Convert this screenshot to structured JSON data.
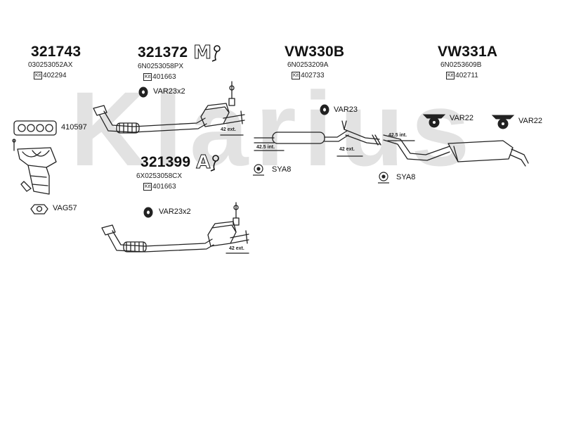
{
  "watermark": "Klarius",
  "groups": [
    {
      "number": "321743",
      "ref": "030253052AX",
      "kit_tag": "Kit",
      "kit": "402294"
    },
    {
      "number": "321372",
      "ref": "6N0253058PX",
      "kit_tag": "Kit",
      "kit": "401663"
    },
    {
      "number": "VW330B",
      "ref": "6N0253209A",
      "kit_tag": "Kit",
      "kit": "402733"
    },
    {
      "number": "VW331A",
      "ref": "6N0253609B",
      "kit_tag": "Kit",
      "kit": "402711"
    },
    {
      "number": "321399",
      "ref": "6X0253058CX",
      "kit_tag": "Kit",
      "kit": "401663"
    }
  ],
  "labels": {
    "var23x2_top": "VAR23x2",
    "var23": "VAR23",
    "var22_a": "VAR22",
    "var22_b": "VAR22",
    "gasket_410597": "410597",
    "vag57": "VAG57",
    "sya8_a": "SYA8",
    "sya8_b": "SYA8",
    "var23x2_bottom": "VAR23x2"
  },
  "dims": {
    "ext_42_top": "42 ext.",
    "int_425_a": "42.5 int.",
    "ext_42_mid": "42 ext.",
    "int_425_b": "42.5 int.",
    "ext_42_bottom": "42 ext."
  },
  "icons": {
    "manual": "M",
    "auto": "A"
  }
}
